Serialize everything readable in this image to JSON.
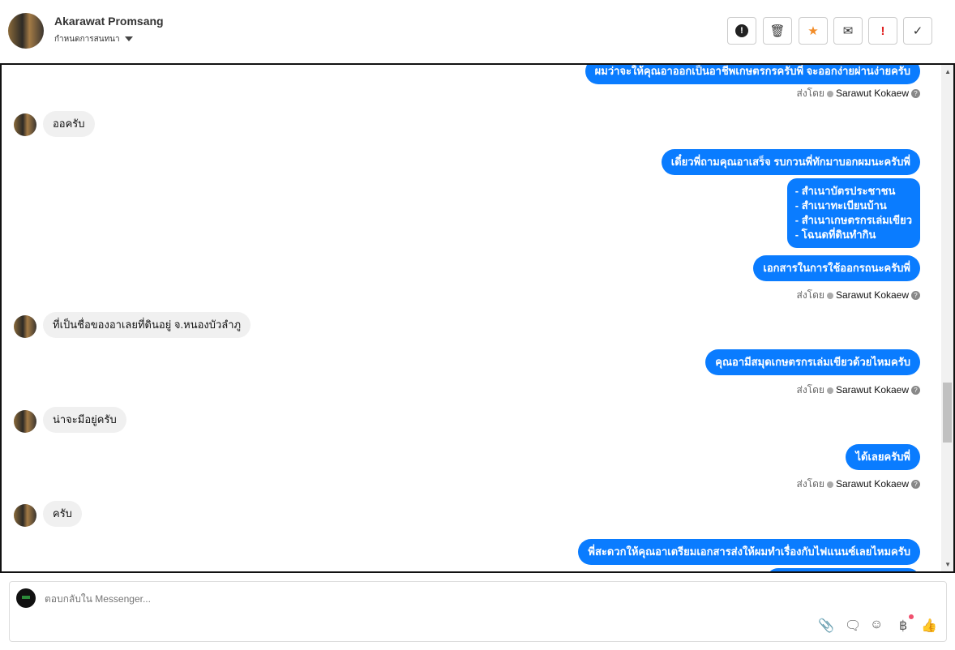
{
  "header": {
    "name": "Akarawat Promsang",
    "subtitle": "กำหนดการสนทนา"
  },
  "toolbar": {
    "icons": [
      "exclamation-circle-icon",
      "trash-icon",
      "star-icon",
      "envelope-icon",
      "exclamation-icon",
      "check-icon"
    ],
    "star_color": "#f28c28",
    "alert_color": "#e02020"
  },
  "sent_by_label": "ส่งโดย",
  "agent": "Sarawut Kokaew",
  "messages": [
    {
      "dir": "out",
      "text": "ผมว่าจะให้คุณอาออกเป็นอาชีพเกษตรกรครับพี่ จะออกง่ายผ่านง่ายครับ"
    },
    {
      "dir": "in",
      "text": "ออครับ"
    },
    {
      "dir": "out",
      "text": "เดี๋ยวพี่ถามคุณอาเสร็จ รบกวนพี่ทักมาบอกผมนะครับพี่"
    },
    {
      "dir": "out",
      "lines": [
        "- สำเนาบัตรประชาชน",
        "- สำเนาทะเบียนบ้าน",
        "- สำเนาเกษตรกรเล่มเขียว",
        "- โฉนดที่ดินทำกิน"
      ]
    },
    {
      "dir": "out",
      "text": "เอกสารในการใช้ออกรถนะครับพี่"
    },
    {
      "dir": "in",
      "text": "ที่เป็นชื่อของอาเลยที่ดินอยู่ จ.หนองบัวลำภู"
    },
    {
      "dir": "out",
      "text": "คุณอามีสมุดเกษตรกรเล่มเขียวด้วยไหมครับ"
    },
    {
      "dir": "in",
      "text": "น่าจะมีอยู่ครับ"
    },
    {
      "dir": "out",
      "text": "ได้เลยครับพี่"
    },
    {
      "dir": "in",
      "text": "ครับ"
    },
    {
      "dir": "out",
      "text": "พี่สะดวกให้คุณอาเตรียมเอกสารส่งให้ผมทำเรื่องกับไฟแนนซ์เลยไหมครับ"
    }
  ],
  "composer": {
    "placeholder": "ตอบกลับใน Messenger..."
  },
  "colors": {
    "outgoing": "#0a7cff",
    "incoming": "#f0f0f0"
  }
}
